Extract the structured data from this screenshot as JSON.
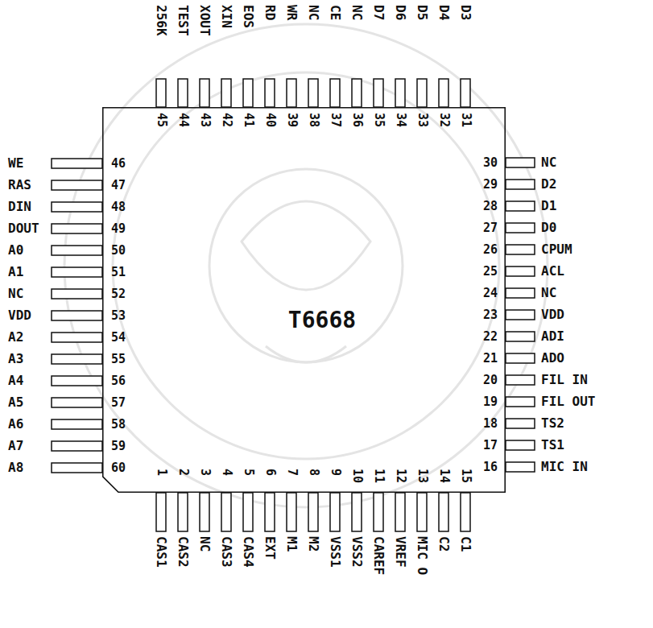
{
  "diagram": {
    "nodes": [
      {
        "text": [
          "T6668"
        ]
      }
    ],
    "labels": [
      "1",
      "CAS1",
      "2",
      "CAS2",
      "3",
      "NC",
      "4",
      "CAS3",
      "5",
      "CAS4",
      "6",
      "EXT",
      "7",
      "M1",
      "8",
      "M2",
      "9",
      "VSS1",
      "10",
      "VSS2",
      "11",
      "CAREF",
      "12",
      "VREF",
      "13",
      "MIC O",
      "14",
      "C2",
      "15",
      "C1",
      "16",
      "MIC IN",
      "17",
      "TS1",
      "18",
      "TS2",
      "19",
      "FIL OUT",
      "20",
      "FIL IN",
      "21",
      "ADO",
      "22",
      "ADI",
      "23",
      "VDD",
      "24",
      "NC",
      "25",
      "ACL",
      "26",
      "CPUM",
      "27",
      "D0",
      "28",
      "D1",
      "29",
      "D2",
      "30",
      "NC",
      "31",
      "D3",
      "32",
      "D4",
      "33",
      "D5",
      "34",
      "D6",
      "35",
      "D7",
      "36",
      "NC",
      "37",
      "CE",
      "38",
      "NC",
      "39",
      "WR",
      "40",
      "RD",
      "41",
      "EOS",
      "42",
      "XIN",
      "43",
      "XOUT",
      "44",
      "TEST",
      "45",
      "256K",
      "46",
      "WE",
      "47",
      "RAS",
      "48",
      "DIN",
      "49",
      "DOUT",
      "50",
      "A0",
      "51",
      "A1",
      "52",
      "NC",
      "53",
      "VDD",
      "54",
      "A2",
      "55",
      "A3",
      "56",
      "A4",
      "57",
      "A5",
      "58",
      "A6",
      "59",
      "A7",
      "60",
      "A8"
    ]
  }
}
